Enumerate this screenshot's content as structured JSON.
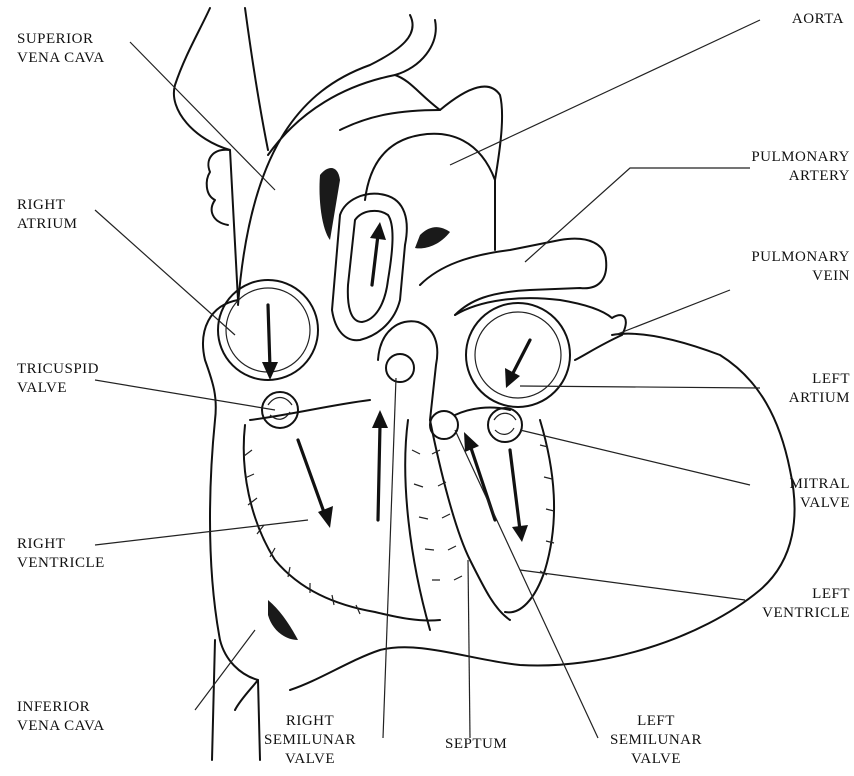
{
  "labels": {
    "superior_vena_cava": [
      "SUPERIOR",
      "VENA CAVA"
    ],
    "aorta": [
      "AORTA"
    ],
    "pulmonary_artery": [
      "PULMONARY",
      "ARTERY"
    ],
    "right_atrium": [
      "RIGHT",
      "ATRIUM"
    ],
    "pulmonary_vein": [
      "PULMONARY",
      "VEIN"
    ],
    "tricuspid_valve": [
      "TRICUSPID",
      "VALVE"
    ],
    "left_atrium": [
      "LEFT",
      "ARTIUM"
    ],
    "mitral_valve": [
      "MITRAL",
      "VALVE"
    ],
    "right_ventricle": [
      "RIGHT",
      "VENTRICLE"
    ],
    "left_ventricle": [
      "LEFT",
      "VENTRICLE"
    ],
    "inferior_vena_cava": [
      "INFERIOR",
      "VENA CAVA"
    ],
    "right_semilunar_valve": [
      "RIGHT",
      "SEMILUNAR",
      "VALVE"
    ],
    "septum": [
      "SEPTUM"
    ],
    "left_semilunar_valve": [
      "LEFT",
      "SEMILUNAR",
      "VALVE"
    ]
  }
}
